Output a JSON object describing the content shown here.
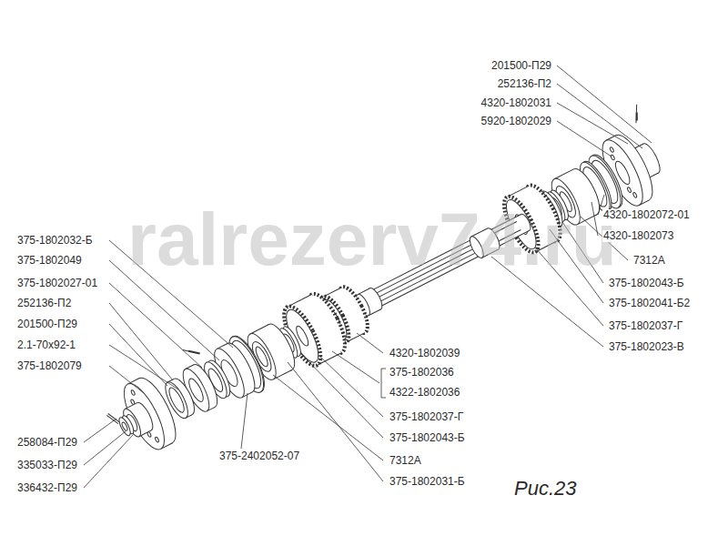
{
  "diagram": {
    "caption": "Рис.23",
    "labels": [
      "201500-П29",
      "252136-П2",
      "4320-1802031",
      "5920-1802029",
      "4320-1802072-01",
      "4320-1802073",
      "7312А",
      "375-1802043-Б",
      "375-1802041-Б2",
      "375-1802037-Г",
      "375-1802023-В",
      "375-1802032-Б",
      "375-1802049",
      "375-1802027-01",
      "252136-П2",
      "201500-П29",
      "2.1-70х92-1",
      "375-1802079",
      "4320-1802039",
      "375-1802036",
      "4322-1802036",
      "375-1802037-Г",
      "375-1802043-Б",
      "7312А",
      "375-1802031-Б",
      "375-2402052-07",
      "258084-П29",
      "335033-П29",
      "336432-П29",
      "ralrezerv74.ru"
    ]
  }
}
